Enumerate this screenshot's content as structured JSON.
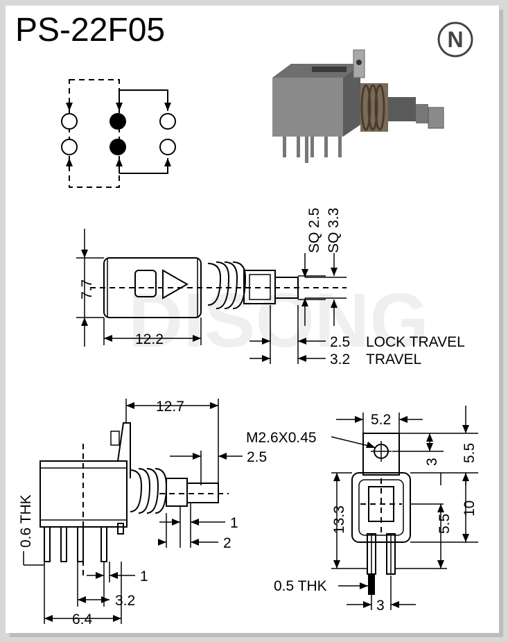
{
  "title": "PS-22F05",
  "logo_letter": "N",
  "watermark": "DISONG",
  "side_view": {
    "dim_height": "7.7",
    "dim_length": "12.2",
    "sq_small": "SQ 2.5",
    "sq_large": "SQ 3.3",
    "lock_travel": "2.5",
    "lock_travel_label": "LOCK TRAVEL",
    "travel": "3.2",
    "travel_label": "TRAVEL"
  },
  "front_view": {
    "dim_12_7": "12.7",
    "dim_2_5": "2.5",
    "dim_thk": "0.6 THK",
    "dim_1_right": "1",
    "dim_2": "2",
    "dim_1_bottom": "1",
    "dim_3_2": "3.2",
    "dim_6_4": "6.4"
  },
  "end_view": {
    "thread": "M2.6X0.45",
    "dim_5_2": "5.2",
    "dim_5_5_top": "5.5",
    "dim_3": "3",
    "dim_13_3": "13.3",
    "dim_5_5_mid": "5.5",
    "dim_10": "10",
    "dim_thk": "0.5 THK",
    "dim_3_bottom": "3"
  }
}
